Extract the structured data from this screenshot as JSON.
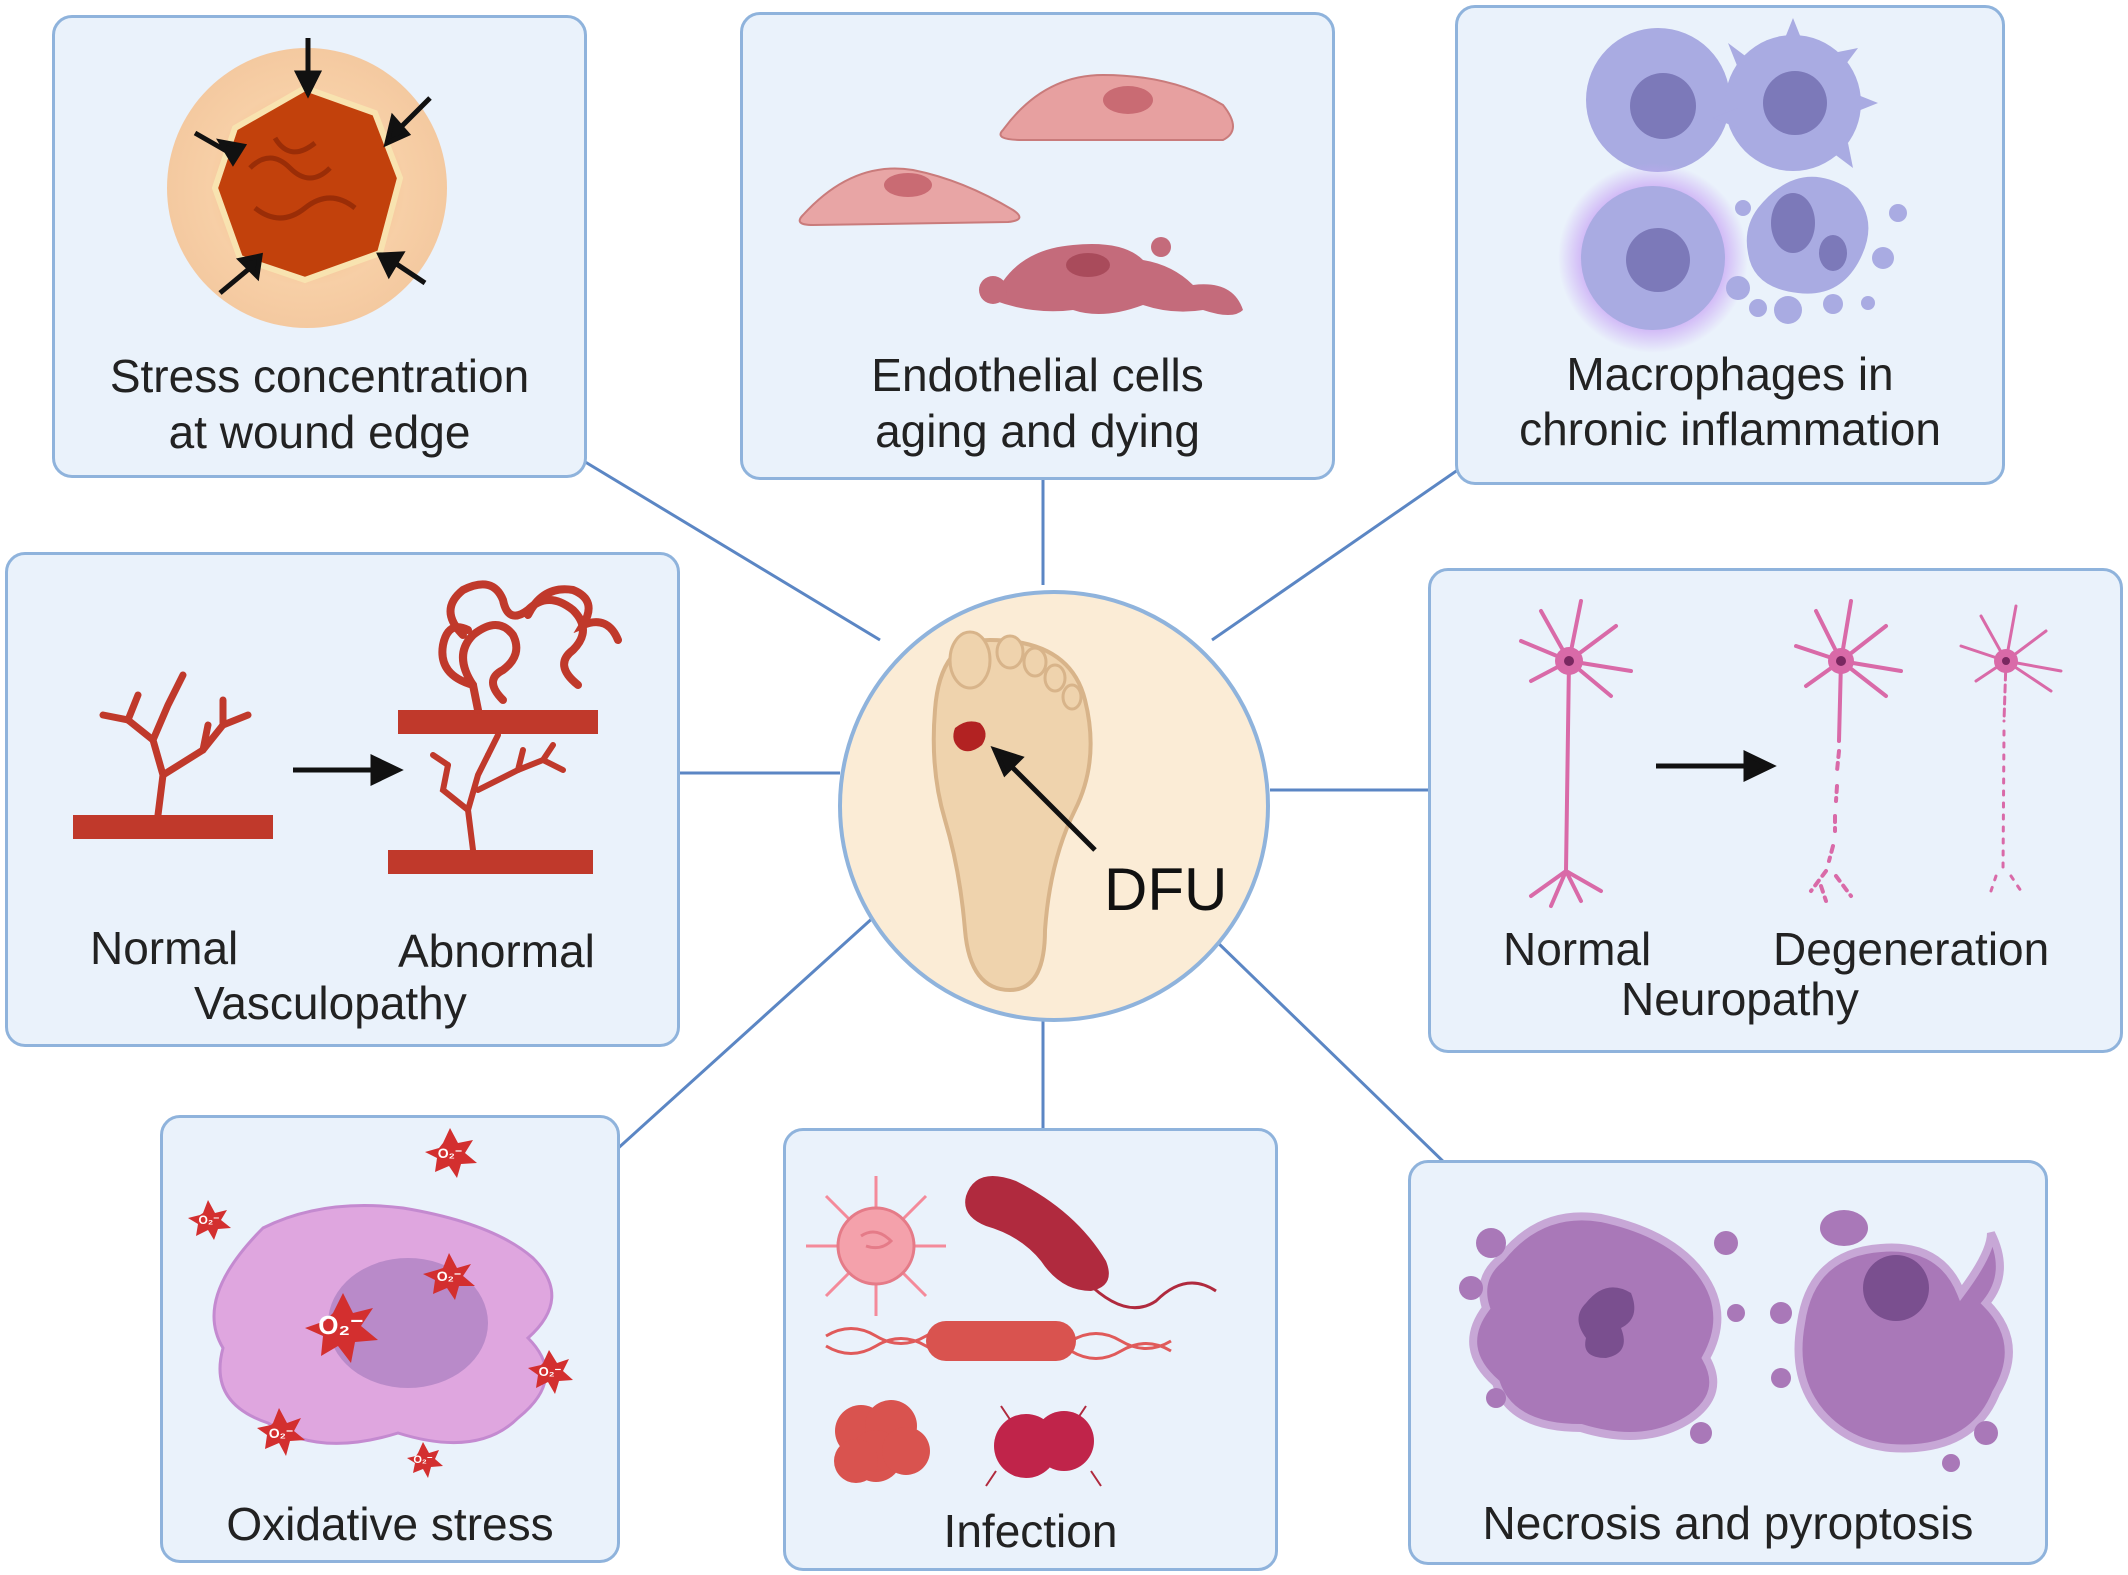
{
  "center": {
    "label": "DFU"
  },
  "panels": {
    "stress": {
      "label_line1": "Stress concentration",
      "label_line2": "at wound edge"
    },
    "endothelial": {
      "label_line1": "Endothelial cells",
      "label_line2": "aging and dying"
    },
    "macrophages": {
      "label_line1": "Macrophages in",
      "label_line2": "chronic inflammation"
    },
    "vasculopathy": {
      "normal": "Normal",
      "abnormal": "Abnormal",
      "title": "Vasculopathy"
    },
    "neuropathy": {
      "normal": "Normal",
      "degeneration": "Degeneration",
      "title": "Neuropathy"
    },
    "oxidative": {
      "label": "Oxidative stress",
      "radical_symbol": "O₂⁻"
    },
    "infection": {
      "label": "Infection"
    },
    "necrosis": {
      "label": "Necrosis and pyroptosis"
    }
  },
  "colors": {
    "panel_bg": "#eaf2fb",
    "panel_border": "#8fb3dc",
    "connector": "#5b86c4",
    "vessel": "#c0392b",
    "neuron": "#d96aa8",
    "macrophage": "#a9a9e0",
    "cell_purple": "#a978b8"
  },
  "icons": [
    "arrow-icon",
    "foot-icon",
    "wound-icon",
    "bacteria-icon",
    "virus-icon",
    "neuron-icon",
    "blood-vessel-icon",
    "macrophage-icon",
    "radical-icon"
  ]
}
